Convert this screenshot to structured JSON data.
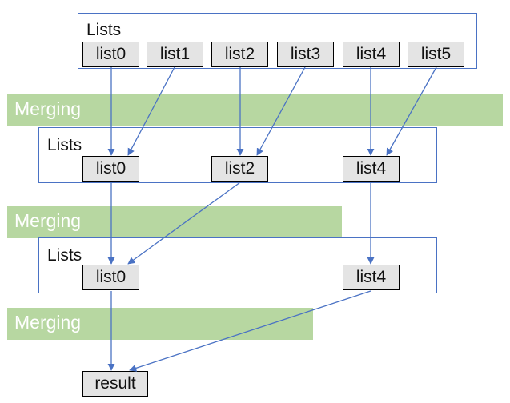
{
  "diagram": {
    "level0": {
      "title": "Lists",
      "items": [
        "list0",
        "list1",
        "list2",
        "list3",
        "list4",
        "list5"
      ]
    },
    "merge_steps": [
      "Merging",
      "Merging",
      "Merging"
    ],
    "level1": {
      "title": "Lists",
      "items": [
        "list0",
        "list2",
        "list4"
      ]
    },
    "level2": {
      "title": "Lists",
      "items": [
        "list0",
        "list4"
      ]
    },
    "result": "result",
    "colors": {
      "group_border": "#4a72c4",
      "arrow": "#4a72c4",
      "band": "#b7d7a1",
      "box_fill": "#e4e4e4"
    }
  }
}
